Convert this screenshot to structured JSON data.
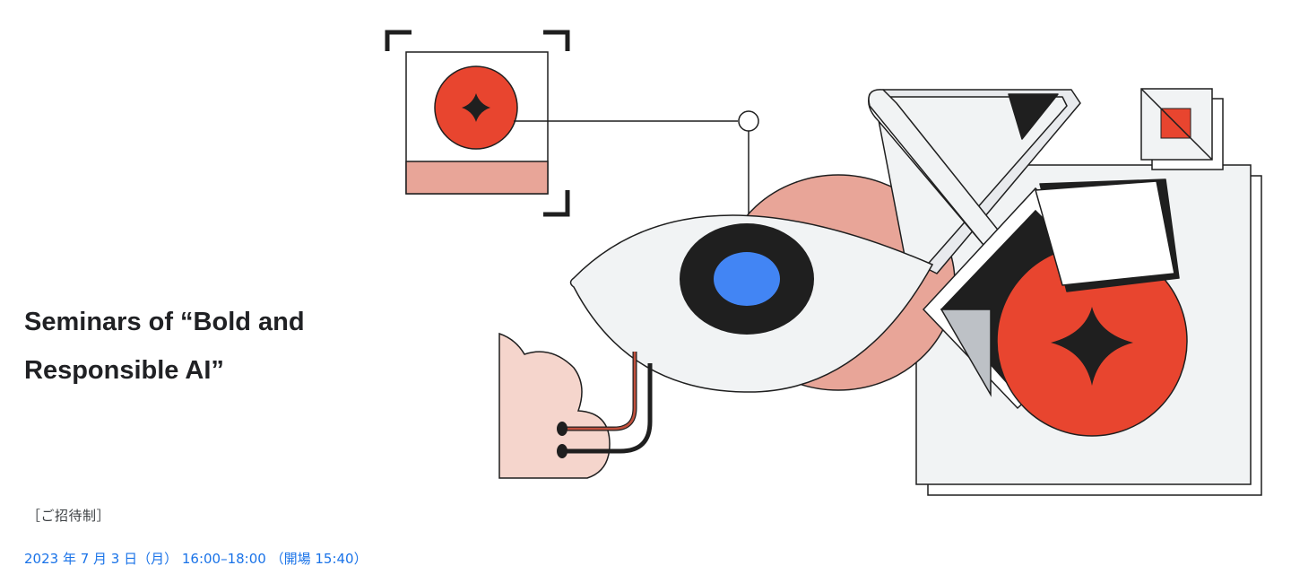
{
  "hero": {
    "title_line1": "Seminars of “Bold and",
    "title_line2": "Responsible AI”",
    "invite_label": "［ご招待制］",
    "date_time": "2023 年 7 月 3 日（月） 16:00–18:00 （開場 15:40）"
  },
  "illustration": {
    "icons": [
      "eye-icon",
      "sparkle-icon",
      "cloud-icon",
      "cube-icon",
      "frame-bracket-icon"
    ],
    "colors": {
      "red": "#e8452f",
      "pink": "#e8a598",
      "light_pink": "#f5d5cc",
      "blue": "#4285f4",
      "dark": "#1f1f1f",
      "off_white": "#f1f3f4",
      "grey": "#bdc1c6"
    }
  }
}
